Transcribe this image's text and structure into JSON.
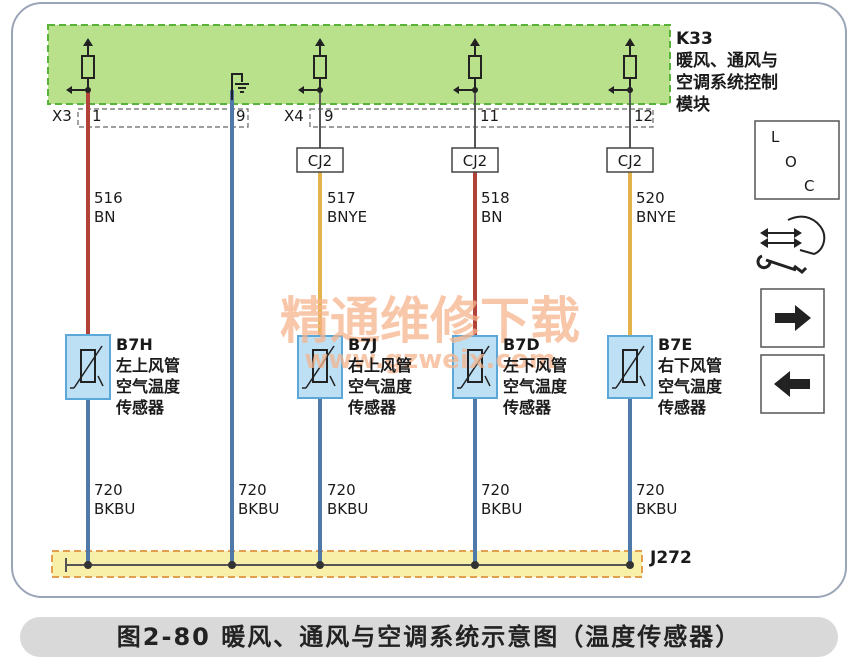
{
  "module": {
    "id": "K33",
    "name_lines": [
      "暖风、通风与",
      "空调系统控制",
      "模块"
    ]
  },
  "connectors": {
    "x3": "X3",
    "x4": "X4",
    "ground_bar": "J272"
  },
  "pins": [
    "1",
    "9",
    "9",
    "11",
    "12"
  ],
  "splices": [
    "CJ2",
    "CJ2",
    "CJ2"
  ],
  "wires_top": [
    {
      "num": "516",
      "color": "BN"
    },
    {
      "num": "517",
      "color": "BNYE"
    },
    {
      "num": "518",
      "color": "BN"
    },
    {
      "num": "520",
      "color": "BNYE"
    }
  ],
  "wires_bottom": [
    {
      "num": "720",
      "color": "BKBU"
    },
    {
      "num": "720",
      "color": "BKBU"
    },
    {
      "num": "720",
      "color": "BKBU"
    },
    {
      "num": "720",
      "color": "BKBU"
    },
    {
      "num": "720",
      "color": "BKBU"
    }
  ],
  "sensors": [
    {
      "id": "B7H",
      "desc": [
        "左上风管",
        "空气温度",
        "传感器"
      ]
    },
    {
      "id": "B7J",
      "desc": [
        "右上风管",
        "空气温度",
        "传感器"
      ]
    },
    {
      "id": "B7D",
      "desc": [
        "左下风管",
        "空气温度",
        "传感器"
      ]
    },
    {
      "id": "B7E",
      "desc": [
        "右下风管",
        "空气温度",
        "传感器"
      ]
    }
  ],
  "loc_box": {
    "l": "L",
    "o": "O",
    "c": "C"
  },
  "nav": {
    "forward_icon": "arrow-right-icon",
    "back_icon": "arrow-left-icon"
  },
  "watermark": {
    "line1": "精通维修下载",
    "line2": "www.gzweix.com"
  },
  "caption": "图2-80   暖风、通风与空调系统示意图（温度传感器）",
  "colors": {
    "module_fill": "#b9e08a",
    "module_border": "#59b33a",
    "ground_fill": "#f8f0a8",
    "ground_border": "#e0a050",
    "wire_bn": "#b0423a",
    "wire_bnye": "#e3b24a",
    "wire_bkbu": "#4f79a8",
    "sensor_fill": "#bde0f5",
    "sensor_border": "#5aa7d8"
  }
}
